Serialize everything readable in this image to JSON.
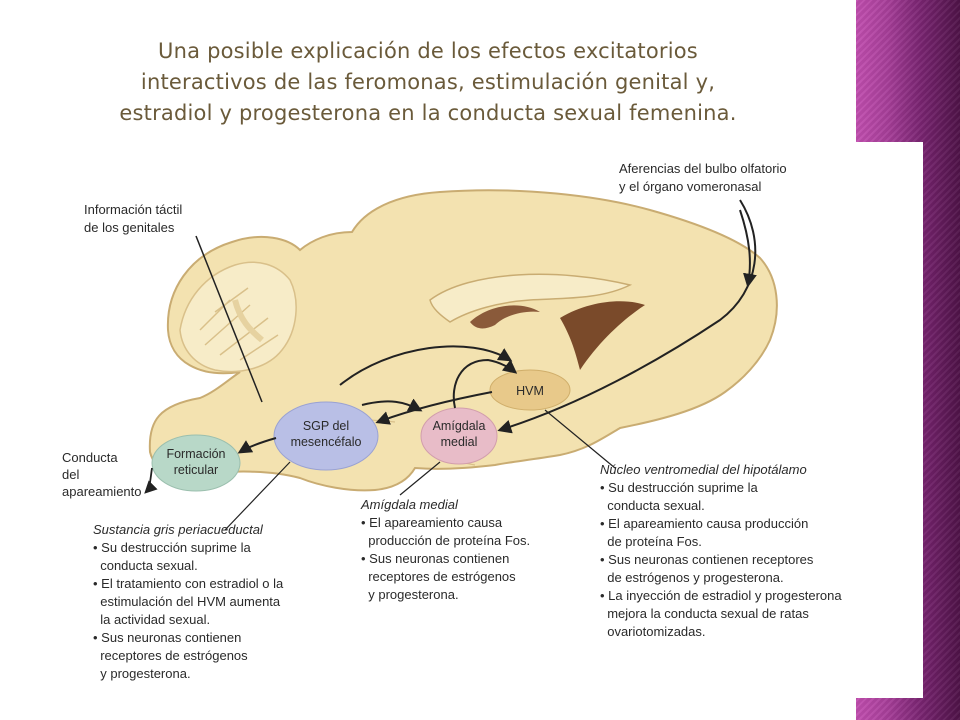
{
  "title": {
    "line1": "Una posible explicación de los efectos excitatorios",
    "line2": "interactivos de las feromonas, estimulación genital y,",
    "line3": "estradiol y progesterona en la conducta sexual femenina."
  },
  "labels": {
    "olfactory": [
      "Aferencias del bulbo olfatorio",
      "y el órgano vomeronasal"
    ],
    "tactile": [
      "Información táctil",
      "de los genitales"
    ],
    "behavior": [
      "Conducta",
      "del",
      "apareamiento"
    ]
  },
  "nodes": {
    "formacion": [
      "Formación",
      "reticular"
    ],
    "sgp": [
      "SGP del",
      "mesencéfalo"
    ],
    "amigdala": [
      "Amígdala",
      "medial"
    ],
    "hvm": [
      "HVM"
    ]
  },
  "notes": {
    "sgp": {
      "heading": "Sustancia gris periacueductal",
      "lines": [
        "• Su destrucción suprime la",
        "  conducta sexual.",
        "• El tratamiento con estradiol o la",
        "  estimulación del HVM aumenta",
        "  la actividad sexual.",
        "• Sus neuronas contienen",
        "  receptores de estrógenos",
        "  y progesterona."
      ]
    },
    "amigdala": {
      "heading": "Amígdala medial",
      "lines": [
        "• El apareamiento causa",
        "  producción de proteína Fos.",
        "• Sus neuronas contienen",
        "  receptores de estrógenos",
        "  y progesterona."
      ]
    },
    "hvm": {
      "heading": "Núcleo ventromedial del hipotálamo",
      "lines": [
        "• Su destrucción suprime la",
        "  conducta sexual.",
        "• El apareamiento causa producción",
        "  de proteína Fos.",
        "• Sus neuronas contienen receptores",
        "  de estrógenos y progesterona.",
        "• La inyección de estradiol y progesterona",
        "  mejora la conducta sexual de ratas",
        "  ovariotomizadas."
      ]
    }
  },
  "colors": {
    "brain_fill": "#f3e2b0",
    "brain_stroke": "#c9ac72",
    "formacion_fill": "#b8d8c8",
    "sgp_fill": "#b9bfe6",
    "amigdala_fill": "#e8bcc8",
    "hvm_fill": "#e8c98a",
    "title_color": "#6a5a3a",
    "band_color": "#8b2f80"
  }
}
